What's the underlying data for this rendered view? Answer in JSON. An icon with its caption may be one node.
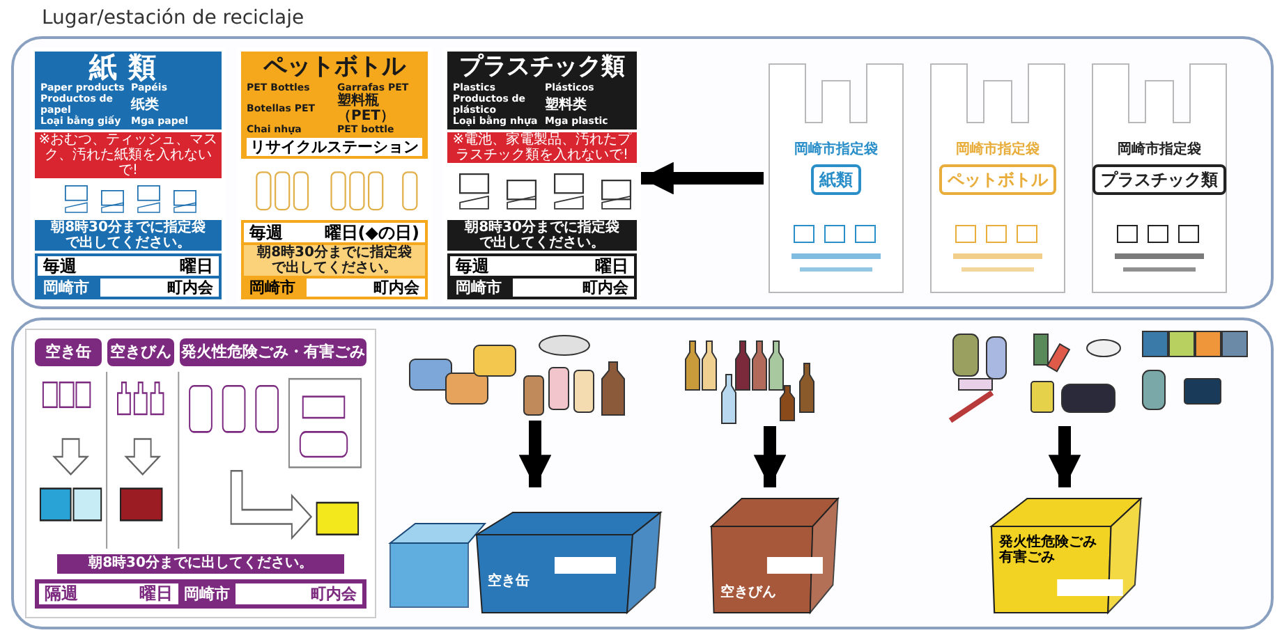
{
  "diagram": {
    "nodes": [
      {
        "text": [
          "Lugar/estación de reciclaje"
        ]
      },
      {
        "text": [
          "紙類",
          "Paper products",
          "Productos de papel",
          "Loại bằng giấy",
          "Papéis",
          "纸类",
          "Mga papel",
          "※おむつ、ティッシュ、マスク、汚れた紙類を入れないで!",
          "朝8時30分までに指定袋で出してください。",
          "毎週",
          "曜日",
          "岡崎市",
          "町内会"
        ],
        "in": 0
      },
      {
        "text": [
          "ペットボトル",
          "PET Bottles",
          "Botellas PET",
          "Chai nhựa",
          "Garrafas PET",
          "塑料瓶（PET）",
          "PET bottle",
          "リサイクルステーション",
          "毎週",
          "曜日(◆の日)",
          "朝8時30分までに指定袋で出してください。",
          "岡崎市",
          "町内会"
        ],
        "in": 0
      },
      {
        "text": [
          "プラスチック類",
          "Plastics",
          "Productos de plástico",
          "Loại bằng nhựa",
          "Plásticos",
          "塑料类",
          "Mga plastic",
          "※電池、家電製品、汚れたプラスチック類を入れないで!",
          "朝8時30分までに指定袋で出してください。",
          "毎週",
          "曜日",
          "岡崎市",
          "町内会"
        ],
        "in": 0
      },
      {
        "text": [
          "岡崎市指定袋",
          "紙類"
        ],
        "in": 0
      },
      {
        "text": [
          "岡崎市指定袋",
          "ペットボトル"
        ],
        "in": 0
      },
      {
        "text": [
          "岡崎市指定袋",
          "プラスチック類"
        ],
        "in": 0
      },
      {
        "text": [],
        "shape": "box"
      },
      {
        "text": [
          "空き缶",
          "空きびん",
          "発火性危険ごみ・有害ごみ",
          "朝8時30分までに出してください。",
          "隔週",
          "曜日",
          "岡崎市",
          "町内会"
        ],
        "in": 7
      },
      {
        "text": [],
        "shape": "picture",
        "in": 7
      },
      {
        "text": [
          "空き缶"
        ],
        "in": 7
      },
      {
        "text": [],
        "shape": "picture",
        "in": 7
      },
      {
        "text": [
          "空きびん"
        ],
        "in": 7
      },
      {
        "text": [],
        "shape": "picture",
        "in": 7
      },
      {
        "text": [
          "発火性危険ごみ有害ごみ"
        ],
        "in": 7
      }
    ],
    "edges": [
      {
        "from": 4,
        "to": 3,
        "arrow": "to"
      },
      {
        "from": 9,
        "to": 10,
        "arrow": "to"
      },
      {
        "from": 11,
        "to": 12,
        "arrow": "to"
      },
      {
        "from": 13,
        "to": 14,
        "arrow": "to"
      }
    ]
  }
}
